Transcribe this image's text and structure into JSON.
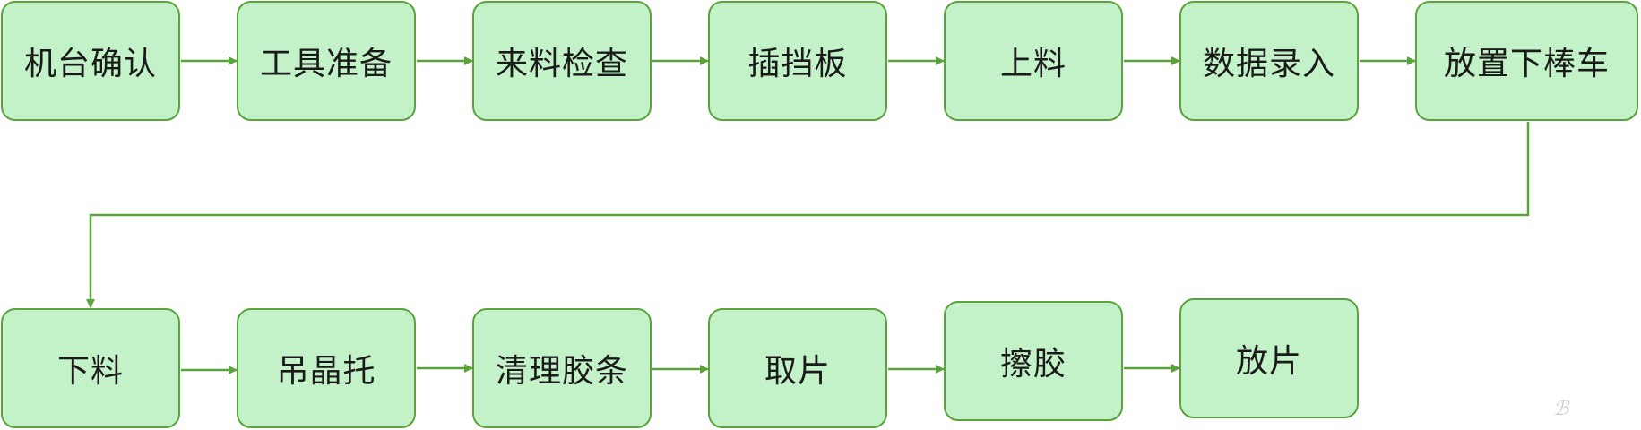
{
  "flow": {
    "steps_row1": [
      "机台确认",
      "工具准备",
      "来料检查",
      "插挡板",
      "上料",
      "数据录入",
      "放置下棒车"
    ],
    "steps_row2": [
      "下料",
      "吊晶托",
      "清理胶条",
      "取片",
      "擦胶",
      "放片"
    ]
  },
  "colors": {
    "box_fill": "#c3f2c9",
    "box_border": "#5aa33c",
    "arrow": "#5aa33c"
  }
}
